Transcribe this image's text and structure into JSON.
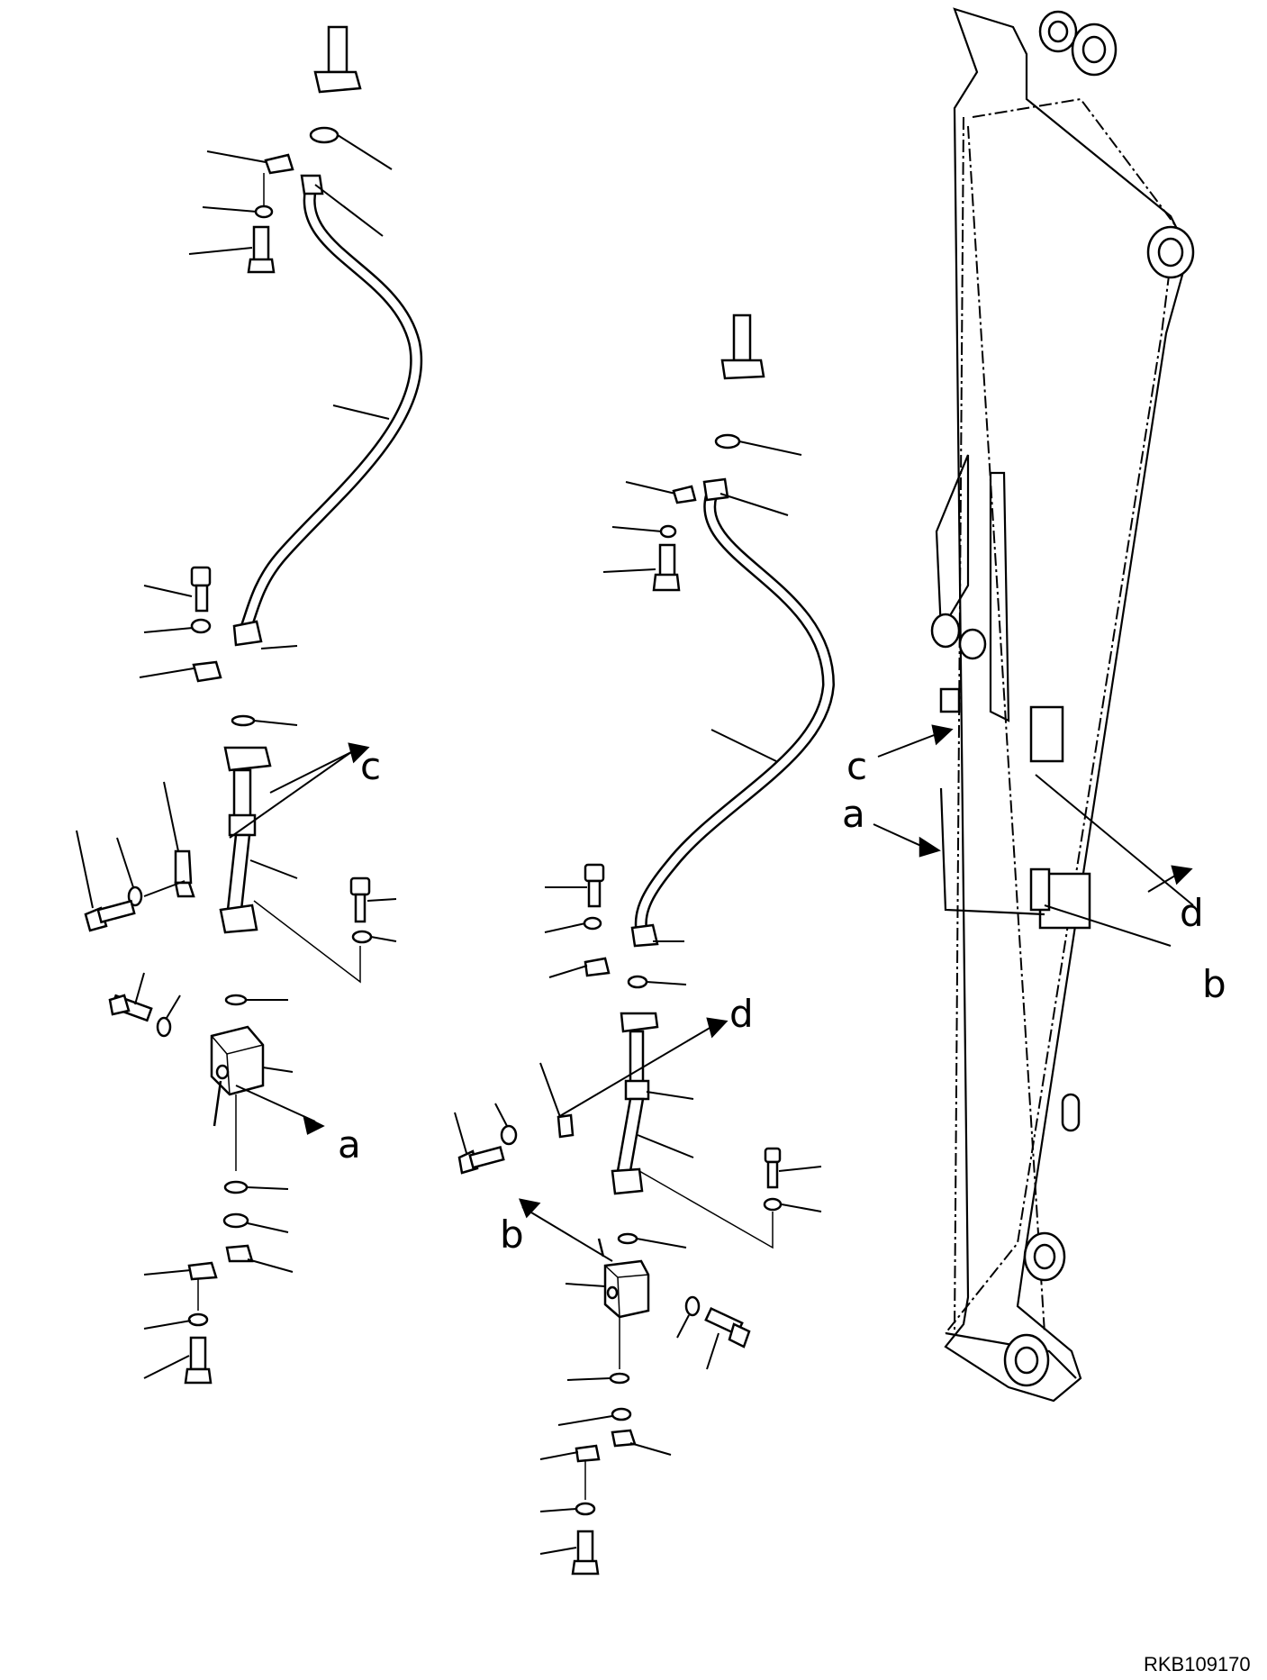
{
  "diagram": {
    "drawing_code": "RKB109170",
    "ref_labels": {
      "left_c": "c",
      "left_a": "a",
      "mid_d": "d",
      "mid_b": "b",
      "boom_c": "c",
      "boom_a": "a",
      "boom_d": "d",
      "boom_b": "b"
    }
  }
}
